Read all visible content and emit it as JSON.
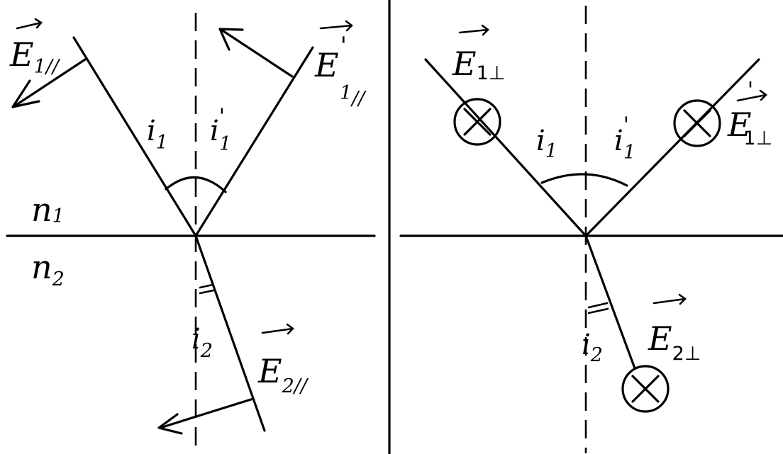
{
  "diagram": {
    "media": {
      "n1": "n",
      "n1_sub": "1",
      "n2": "n",
      "n2_sub": "2"
    },
    "parallel_case": {
      "e1": {
        "base": "E",
        "sub": "1",
        "mark": "//"
      },
      "e1_reflected": {
        "base": "E",
        "prime": "'",
        "sub": "1",
        "mark": "//"
      },
      "e2": {
        "base": "E",
        "sub": "2",
        "mark": "//"
      },
      "angle_i1": {
        "base": "i",
        "sub": "1"
      },
      "angle_i1_prime": {
        "base": "i",
        "prime": "'",
        "sub": "1"
      },
      "angle_i2": {
        "base": "i",
        "sub": "2"
      }
    },
    "perpendicular_case": {
      "e1": {
        "base": "E",
        "sub": "1⊥"
      },
      "e1_reflected": {
        "base": "E",
        "prime": "'",
        "sub": "1⊥"
      },
      "e2": {
        "base": "E",
        "sub": "2⊥"
      },
      "angle_i1": {
        "base": "i",
        "sub": "1"
      },
      "angle_i1_prime": {
        "base": "i",
        "prime": "'",
        "sub": "1"
      },
      "angle_i2": {
        "base": "i",
        "sub": "2"
      },
      "into_page_symbol": "⊗"
    }
  }
}
